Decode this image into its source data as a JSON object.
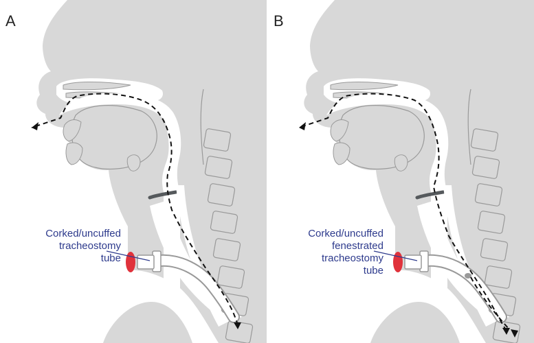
{
  "panels": [
    {
      "letter": "A",
      "label_lines": [
        "Corked/uncuffed",
        "tracheostomy",
        "tube"
      ]
    },
    {
      "letter": "B",
      "label_lines": [
        "Corked/uncuffed",
        "fenestrated",
        "tracheostomy",
        "tube"
      ]
    }
  ],
  "colors": {
    "tissue": "#d8d8d8",
    "background": "#ffffff",
    "outline": "#999999",
    "airflow": "#111111",
    "label": "#2d3a8c",
    "cork": "#e0323b",
    "valve": "#55595c"
  }
}
